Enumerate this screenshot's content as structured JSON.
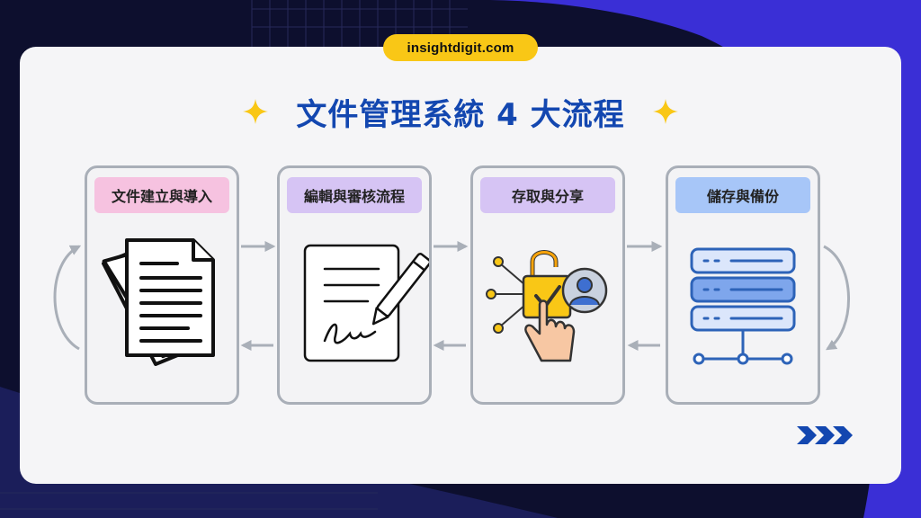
{
  "site": {
    "label": "insightdigit.com"
  },
  "header": {
    "title": "文件管理系統 4 大流程"
  },
  "steps": [
    {
      "label": "文件建立與導入",
      "label_color": "#f6c2e0",
      "icon": "documents-stack-icon"
    },
    {
      "label": "編輯與審核流程",
      "label_color": "#d6c4f4",
      "icon": "signature-pen-icon"
    },
    {
      "label": "存取與分享",
      "label_color": "#d6c4f4",
      "icon": "access-unlock-icon"
    },
    {
      "label": "儲存與備份",
      "label_color": "#a7c6f8",
      "icon": "server-storage-icon"
    }
  ],
  "colors": {
    "accent": "#1347b0",
    "pill": "#f9c716",
    "arrow": "#a9afb8",
    "background": "#0d0f2e"
  }
}
